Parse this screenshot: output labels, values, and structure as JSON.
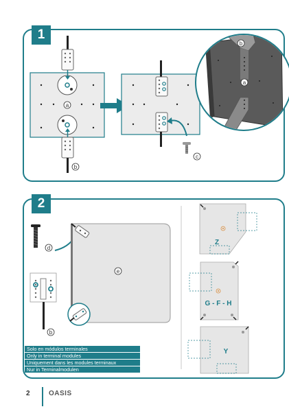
{
  "page": {
    "number": "2",
    "brand": "OASIS"
  },
  "colors": {
    "accent": "#1f7d8a",
    "plate": "#e4e4e4",
    "dark_plate": "#5a5a5a"
  },
  "step1": {
    "badge": "1",
    "callouts": {
      "a": "a",
      "b": "b",
      "c": "c"
    }
  },
  "step2": {
    "badge": "2",
    "callouts": {
      "d": "d",
      "e": "e",
      "b": "b"
    },
    "modules": [
      {
        "label": "Z"
      },
      {
        "label": "G - F - H"
      },
      {
        "label": "Y"
      }
    ],
    "notes": [
      "Solo en módulos terminales",
      "Only in terminal modules",
      "Uniquement dans les modules terminaux",
      "Nur in Terminalmodulen"
    ]
  }
}
